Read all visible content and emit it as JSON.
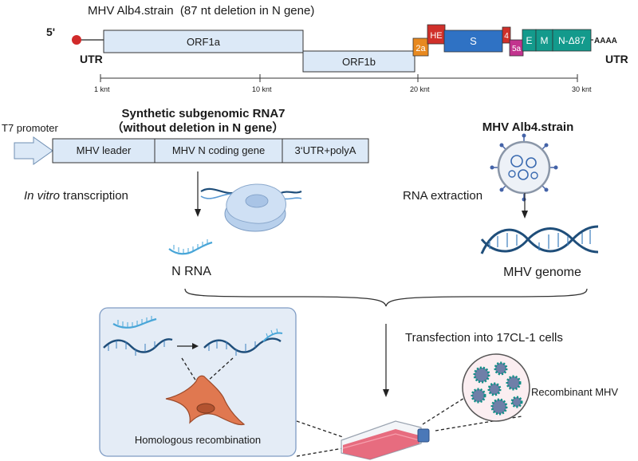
{
  "title": "MHV Alb4.strain  (87 nt deletion in N gene)",
  "genome": {
    "five_prime": "5'",
    "utr_left": "UTR",
    "utr_right": "UTR",
    "poly_a": "AAAA",
    "orf1a": "ORF1a",
    "orf1b": "ORF1b",
    "g2a": "2a",
    "he": "HE",
    "s": "S",
    "g4": "4",
    "g5a": "5a",
    "e": "E",
    "m": "M",
    "n_del": "N-Δ87",
    "colors": {
      "orf": "#dce9f7",
      "g2a": "#e8891f",
      "he": "#d0302a",
      "s": "#2f72c4",
      "g4": "#d0302a",
      "g5a": "#c2338e",
      "emn": "#139a8c",
      "cap": "#d12a2a"
    }
  },
  "scale": {
    "ticks": [
      {
        "label": "1 knt",
        "value": 1
      },
      {
        "label": "10 knt",
        "value": 10
      },
      {
        "label": "20 knt",
        "value": 20
      },
      {
        "label": "30 knt",
        "value": 30
      }
    ]
  },
  "synthetic": {
    "title_line1": "Synthetic subgenomic RNA7",
    "title_line2": "（without deletion in N gene）",
    "promoter": "T7 promoter",
    "seg_leader": "MHV leader",
    "seg_n": "MHV N coding gene",
    "seg_utr": "3‘UTR+polyA"
  },
  "left_flow": {
    "step_italic": "In vitro",
    "step_rest": " transcription",
    "product": "N RNA"
  },
  "right_flow": {
    "title": "MHV Alb4.strain",
    "step": "RNA extraction",
    "product": "MHV genome"
  },
  "bottom": {
    "transfection": "Transfection into 17CL-1 cells",
    "recombination": "Homologous recombination",
    "recombinant": "Recombinant MHV"
  }
}
